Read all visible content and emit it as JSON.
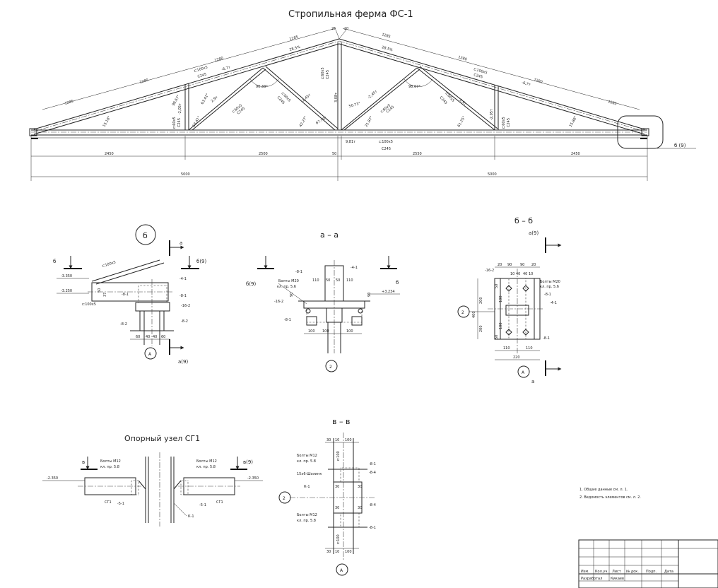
{
  "truss": {
    "title": "Стропильная ферма ФС-1",
    "top_angles": [
      "25",
      "20"
    ],
    "top_dims": [
      "1285",
      "1280",
      "1280",
      "1285",
      "1285",
      "1280",
      "1280",
      "1285"
    ],
    "slope_left": "28.5%",
    "slope_right": "28.5%",
    "chord_left": "⊏100х5",
    "chord_left_steel": "С245",
    "chord_right": "⊏100х5",
    "chord_right_steel": "С245",
    "forces": [
      "-6,7т",
      "-6,7т",
      "-2,45т",
      "-2,45т",
      "-2,05т",
      "-2,05т",
      "2,9т",
      "2,9т",
      "3,08т",
      "9,81т"
    ],
    "braces": [
      "⊏60х5",
      "С245"
    ],
    "angles": [
      "96.33°",
      "98.67°",
      "63.41°",
      "63.41°",
      "67.79°",
      "50.73°",
      "42.27°",
      "21.87°",
      "15.18°",
      "15.88°",
      "61.25°",
      "98.67°"
    ],
    "bottom_section": "⊏100х5",
    "bottom_steel": "С245",
    "dims_lower": [
      "2450",
      "2500",
      "50",
      "2550",
      "2450"
    ],
    "dims_total": [
      "5000",
      "5000"
    ],
    "callout": "б (9)"
  },
  "node_b": {
    "title": "б",
    "labels": [
      "б",
      "б(9)",
      "а",
      "а(9)",
      "А"
    ],
    "elev": [
      "-3.350",
      "-3.250"
    ],
    "parts": [
      "⊏100х5",
      "⊏100х5",
      "-4-1",
      "-8-1",
      "-8-1",
      "-16-2",
      "-8-2",
      "-8-2"
    ],
    "dims": [
      "60",
      "40",
      "40",
      "60",
      "50",
      "37"
    ]
  },
  "section_aa": {
    "title": "а – а",
    "labels": [
      "б(9)",
      "б",
      "2"
    ],
    "bolts": "Болты М20",
    "bolts_class": "кл. пр. 5.6",
    "parts": [
      "-8-1",
      "-4-1",
      "-16-2",
      "-8-1"
    ],
    "elev": "+3.234",
    "dims": [
      "110",
      "50",
      "50",
      "110",
      "90",
      "90",
      "100",
      "100",
      "100"
    ]
  },
  "section_bb": {
    "title": "б – б",
    "labels": [
      "а(9)",
      "2",
      "А",
      "а"
    ],
    "bolts": "Болты М20",
    "bolts_class": "кл. пр. 5.6",
    "parts": [
      "-16-2",
      "-8-1",
      "-4-1",
      "-8-1"
    ],
    "dims_top": [
      "20",
      "90",
      "90",
      "20"
    ],
    "dims_top2": [
      "10",
      "40",
      "40",
      "10"
    ],
    "dims_left": [
      "200",
      "200",
      "50",
      "50",
      "100",
      "100"
    ],
    "dims_total_left": "400",
    "dims_bottom": [
      "110",
      "110"
    ],
    "dims_bottom_total": "220"
  },
  "support_node": {
    "title": "Опорный узел СГ1",
    "labels": [
      "в",
      "в(9)"
    ],
    "bolts_left": "Болты М12",
    "bolts_left_class": "кл. пр. 5.8",
    "bolts_right": "Болты М12",
    "bolts_right_class": "кл. пр. 5.8",
    "elev_left": "-2.350",
    "elev_right": "-2.350",
    "parts": [
      "СГ1",
      "-5-1",
      "-5-1",
      "СГ1",
      "К-1"
    ]
  },
  "section_vv": {
    "title": "в – в",
    "labels": [
      "2",
      "А"
    ],
    "bolts_top": "Болты М12",
    "bolts_top_class": "кл. пр. 5.8",
    "bolts_bot": "Болты М12",
    "bolts_bot_class": "кл. пр. 5.8",
    "weld": "15х6-Шолинк",
    "parts": [
      "К-1",
      "-8-1",
      "-8-4",
      "-8-4",
      "-8-1"
    ],
    "dims_top": [
      "30",
      "10",
      "100"
    ],
    "dims_bottom": [
      "30",
      "10",
      "100"
    ],
    "dims_mid": [
      "30",
      "30",
      "30",
      "30"
    ],
    "sections": [
      "⊏100",
      "⊏100"
    ]
  },
  "notes": [
    "1. Общие данные см. л. 1.",
    "2. Ведомость элементов см. л. 2."
  ],
  "stamp": {
    "headers": [
      "Изм.",
      "Кол.уч.",
      "Лист",
      "№ док.",
      "Подп.",
      "Дата"
    ],
    "row": [
      "Разработал",
      "Кикаев"
    ]
  }
}
